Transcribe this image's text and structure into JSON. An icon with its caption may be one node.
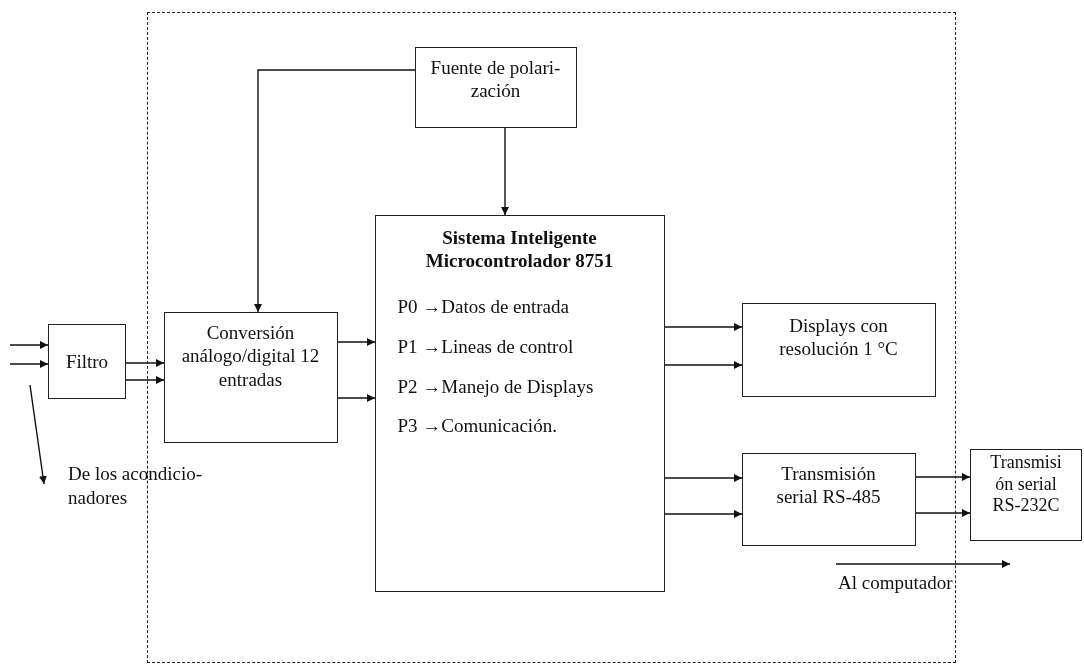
{
  "diagram": {
    "nodes": [
      {
        "text": [],
        "shape": "box"
      },
      {
        "text": [
          "Fuente de polari- zación"
        ],
        "in": 0
      },
      {
        "text": [
          "Filtro"
        ]
      },
      {
        "text": [
          "Conversión análogo/digital 12 entradas"
        ],
        "in": 0
      },
      {
        "text": [
          "Sistema Inteligente Microcontrolador 8751",
          "P0 →Datos de entrada",
          "P1 →Lineas de control",
          "P2 →Manejo de Displays",
          "P3 →Comunicación."
        ],
        "in": 0
      },
      {
        "text": [
          "Displays con resolución 1 °C"
        ],
        "in": 0
      },
      {
        "text": [
          "Transmisión serial RS-485"
        ],
        "in": 0
      },
      {
        "text": [
          "Transmisi ón serial RS-232C"
        ]
      },
      {
        "text": [
          "De los acondicio- nadores"
        ]
      }
    ],
    "edges": [
      {
        "from": null,
        "to": 2,
        "arrow": "to"
      },
      {
        "from": null,
        "to": 2,
        "arrow": "to"
      },
      {
        "from": 2,
        "to": 3,
        "arrow": "to"
      },
      {
        "from": 2,
        "to": 3,
        "arrow": "to"
      },
      {
        "from": 1,
        "to": 3,
        "arrow": "to"
      },
      {
        "from": 1,
        "to": 4,
        "arrow": "to"
      },
      {
        "from": 3,
        "to": 4,
        "arrow": "to"
      },
      {
        "from": 3,
        "to": 4,
        "arrow": "to"
      },
      {
        "from": 4,
        "to": 5,
        "arrow": "to"
      },
      {
        "from": 4,
        "to": 5,
        "arrow": "to"
      },
      {
        "from": 4,
        "to": 6,
        "arrow": "to"
      },
      {
        "from": 4,
        "to": 6,
        "arrow": "to"
      },
      {
        "from": 6,
        "to": 7,
        "arrow": "to"
      },
      {
        "from": 6,
        "to": 7,
        "arrow": "to"
      },
      {
        "from": null,
        "to": 8,
        "arrow": "to"
      }
    ],
    "labels": [
      "Al computador"
    ]
  }
}
